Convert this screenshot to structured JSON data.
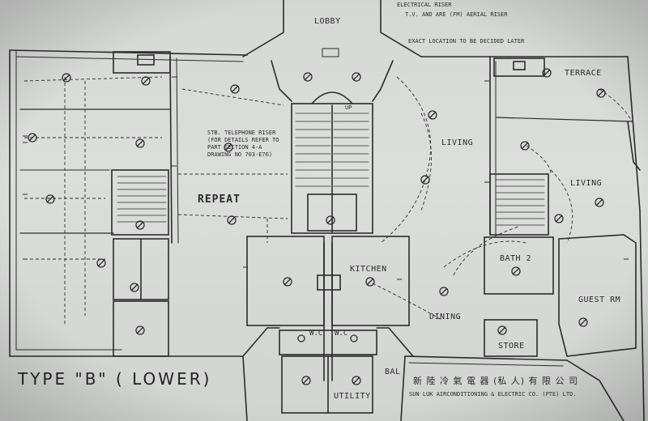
{
  "top_notes": {
    "line1": "ELECTRICAL RISER",
    "line2": "T.V. AND ARE (FM) AERIAL RISER",
    "line3": "EXACT LOCATION TO BE DECIDED LATER"
  },
  "rooms": {
    "lobby": "LOBBY",
    "repeat": "REPEAT",
    "living_a": "LIVING",
    "living_b": "LIVING",
    "terrace": "TERRACE",
    "kitchen": "KITCHEN",
    "dining": "DINING",
    "bath": "BATH 2",
    "guest": "GUEST RM",
    "store": "STORE",
    "wc1": "W.C",
    "wc2": "W.C",
    "utility": "UTILITY",
    "bal": "BAL",
    "up": "UP"
  },
  "riser_note": "STB. TELEPHONE RISER\n(FOR DETAILS REFER TO\nPART SECTION 4-A\nDRAWING NO 703-E76)",
  "title": "TYPE  \"B\"  ( LOWER)",
  "company_chinese": "新 陸 冷 氣 電 器 (私 人) 有 限 公 司",
  "company_english": "SUN LUK AIRCONDITIONING & ELECTRIC CO. (PTE) LTD.",
  "colors": {
    "ink": "#2b2b2b",
    "paper": "#d8dad8"
  }
}
